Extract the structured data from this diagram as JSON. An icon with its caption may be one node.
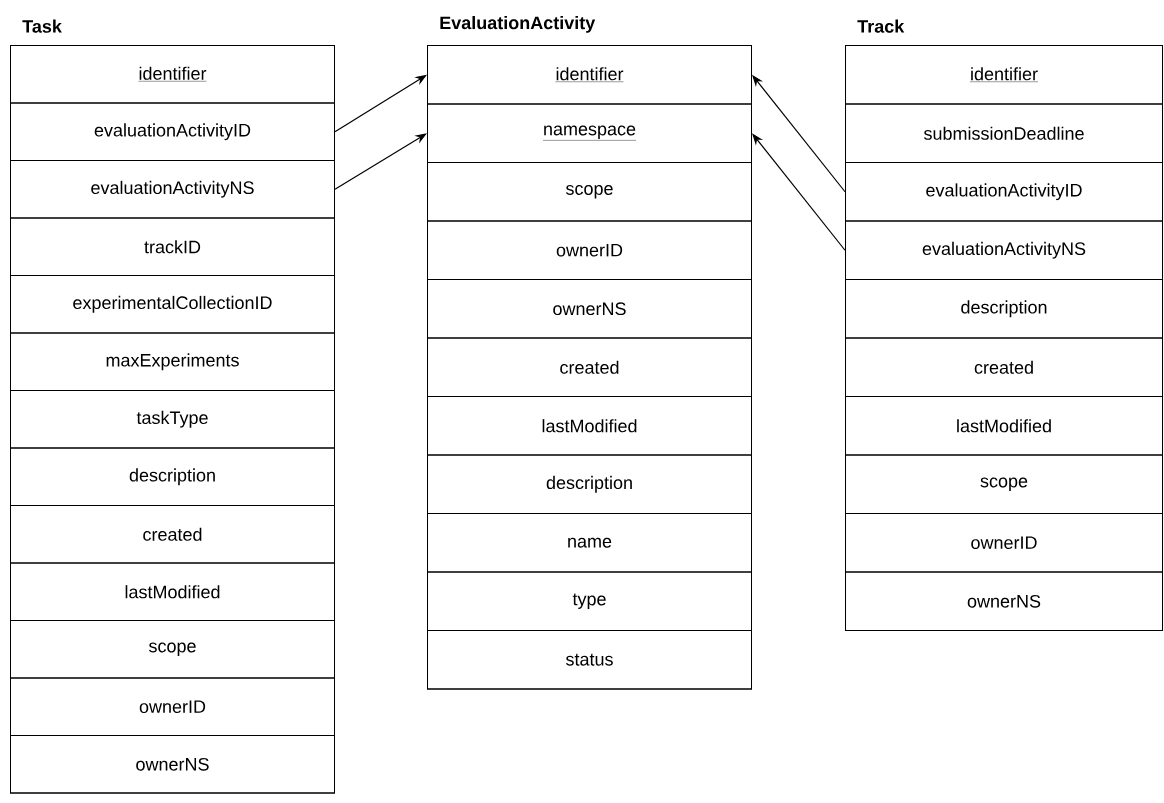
{
  "diagram": {
    "nodes": [
      {
        "text": [
          "Task"
        ]
      },
      {
        "text": [
          "identifier"
        ],
        "in": 0
      },
      {
        "text": [
          "evaluationActivityID"
        ],
        "in": 0
      },
      {
        "text": [
          "evaluationActivityNS"
        ],
        "in": 0
      },
      {
        "text": [
          "trackID"
        ],
        "in": 0
      },
      {
        "text": [
          "experimentalCollectionID"
        ],
        "in": 0
      },
      {
        "text": [
          "maxExperiments"
        ],
        "in": 0
      },
      {
        "text": [
          "taskType"
        ],
        "in": 0
      },
      {
        "text": [
          "description"
        ],
        "in": 0
      },
      {
        "text": [
          "created"
        ],
        "in": 0
      },
      {
        "text": [
          "lastModified"
        ],
        "in": 0
      },
      {
        "text": [
          "scope"
        ],
        "in": 0
      },
      {
        "text": [
          "ownerID"
        ],
        "in": 0
      },
      {
        "text": [
          "ownerNS"
        ],
        "in": 0
      },
      {
        "text": [
          "EvaluationActivity"
        ]
      },
      {
        "text": [
          "identifier"
        ],
        "in": 14
      },
      {
        "text": [
          "namespace"
        ],
        "in": 14
      },
      {
        "text": [
          "scope"
        ],
        "in": 14
      },
      {
        "text": [
          "ownerID"
        ],
        "in": 14
      },
      {
        "text": [
          "ownerNS"
        ],
        "in": 14
      },
      {
        "text": [
          "created"
        ],
        "in": 14
      },
      {
        "text": [
          "lastModified"
        ],
        "in": 14
      },
      {
        "text": [
          "description"
        ],
        "in": 14
      },
      {
        "text": [
          "name"
        ],
        "in": 14
      },
      {
        "text": [
          "type"
        ],
        "in": 14
      },
      {
        "text": [
          "status"
        ],
        "in": 14
      },
      {
        "text": [
          "Track"
        ]
      },
      {
        "text": [
          "identifier"
        ],
        "in": 26
      },
      {
        "text": [
          "submissionDeadline"
        ],
        "in": 26
      },
      {
        "text": [
          "evaluationActivityID"
        ],
        "in": 26
      },
      {
        "text": [
          "evaluationActivityNS"
        ],
        "in": 26
      },
      {
        "text": [
          "description"
        ],
        "in": 26
      },
      {
        "text": [
          "created"
        ],
        "in": 26
      },
      {
        "text": [
          "lastModified"
        ],
        "in": 26
      },
      {
        "text": [
          "scope"
        ],
        "in": 26
      },
      {
        "text": [
          "ownerID"
        ],
        "in": 26
      },
      {
        "text": [
          "ownerNS"
        ],
        "in": 26
      }
    ],
    "edges": [
      {
        "from": 2,
        "to": 15,
        "arrow": "to"
      },
      {
        "from": 3,
        "to": 16,
        "arrow": "to"
      },
      {
        "from": 29,
        "to": 15,
        "arrow": "to"
      },
      {
        "from": 30,
        "to": 16,
        "arrow": "to"
      }
    ]
  }
}
